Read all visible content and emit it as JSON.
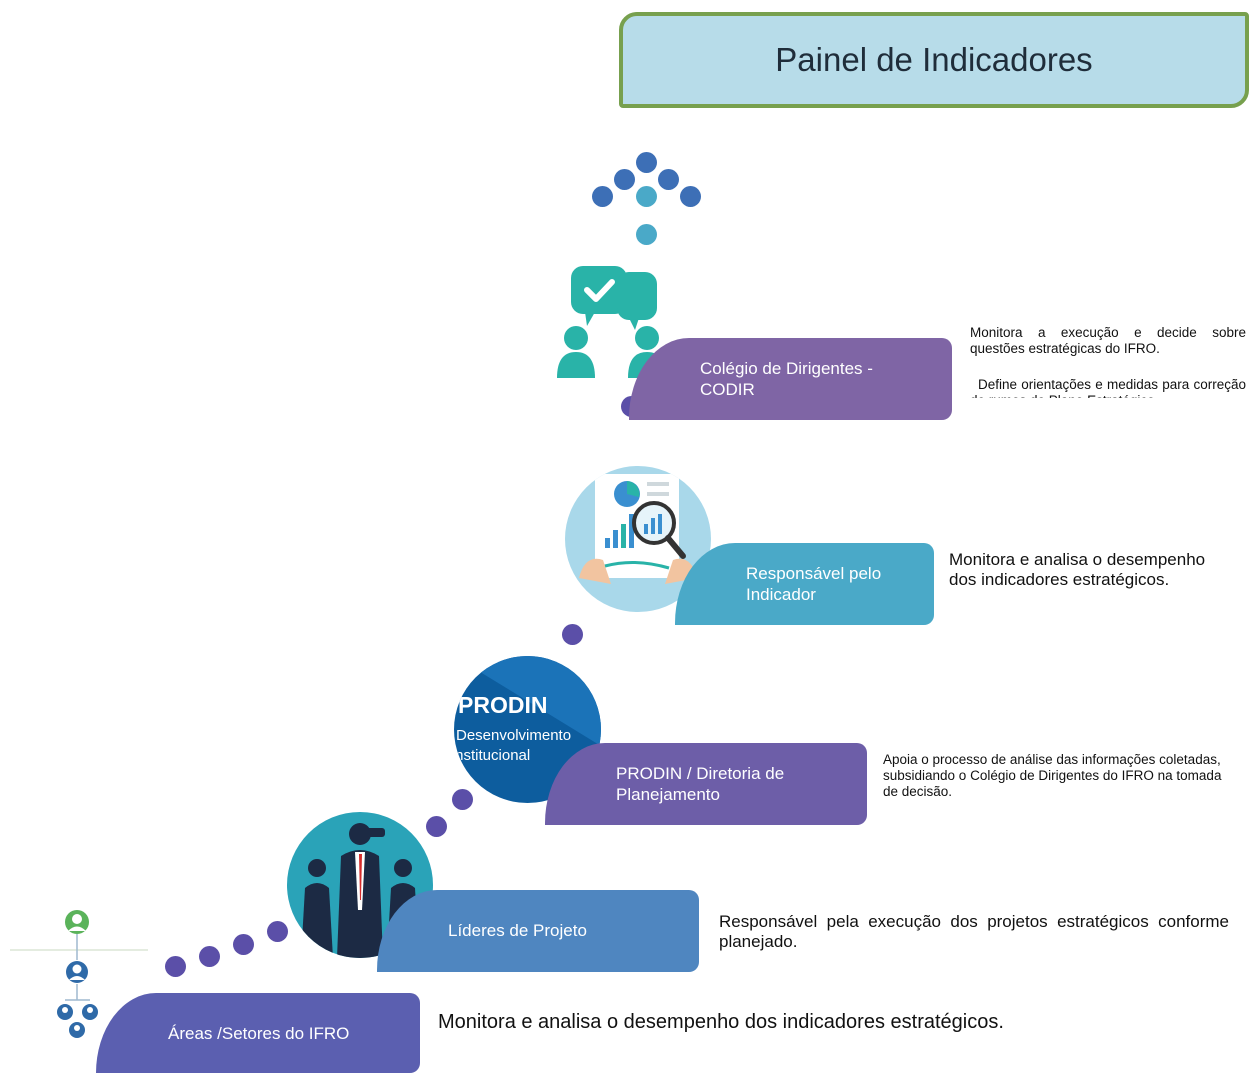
{
  "title": "Painel de Indicadores",
  "levels": [
    {
      "id": "codir",
      "label": "Colégio de Dirigentes - CODIR",
      "color": "#7f65a5",
      "descriptions": [
        "Monitora a execução e decide sobre questões estratégicas do IFRO.",
        "Define orientações e medidas para correção de rumos do Plano Estratégico."
      ],
      "icon": "meeting-chat-icon"
    },
    {
      "id": "responsavel",
      "label": "Responsável pelo Indicador",
      "color": "#4aa9c8",
      "descriptions": [
        "Monitora e analisa o desempenho dos indicadores estratégicos."
      ],
      "icon": "analytics-magnifier-icon"
    },
    {
      "id": "prodin",
      "label": "PRODIN / Diretoria de Planejamento",
      "color": "#6d5ea8",
      "descriptions": [
        "Apoia o processo de análise das informações coletadas, subsidiando o Colégio de Dirigentes do IFRO na tomada de decisão."
      ],
      "icon": "prodin-logo",
      "logo_text": [
        "PRODIN",
        "Desenvolvimento",
        "Institucional"
      ]
    },
    {
      "id": "lideres",
      "label": "Líderes de Projeto",
      "color": "#4f86c0",
      "descriptions": [
        "Responsável pela execução dos projetos estratégicos conforme planejado."
      ],
      "icon": "binoculars-team-icon"
    },
    {
      "id": "areas",
      "label": "Áreas /Setores do IFRO",
      "color": "#5b5fb0",
      "descriptions": [
        "Monitora e analisa o desempenho dos indicadores estratégicos."
      ],
      "icon": "org-chart-icon"
    }
  ],
  "colors": {
    "dot_purple": "#5b4fa8",
    "dot_teal": "#4aa9c8",
    "dot_blue": "#3d6fb6",
    "title_border": "#77a04e",
    "title_fill": "#b7dce9"
  }
}
